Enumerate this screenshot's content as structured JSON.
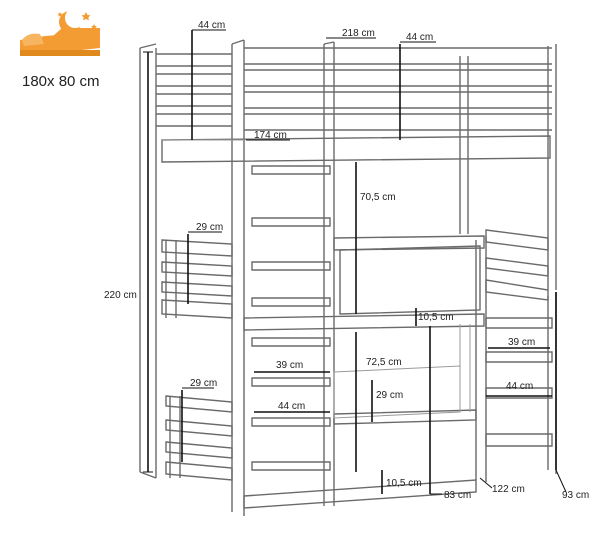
{
  "size_label": "180x 80 cm",
  "icon": "bed-night-icon",
  "colors": {
    "accent": "#f39c33",
    "line": "#6a6a6a",
    "dimension": "#111111"
  },
  "dimensions": {
    "top_rail_left": "44 cm",
    "total_length": "218 cm",
    "top_rail_right": "44 cm",
    "middle_length": "174 cm",
    "top_clearance": "70,5 cm",
    "middle_rail": "29 cm",
    "total_height": "220 cm",
    "gap_small_upper": "10,5 cm",
    "ladder_step_upper": "39 cm",
    "ladder_step_right": "39 cm",
    "middle_clearance": "72,5 cm",
    "bottom_rail_left": "29 cm",
    "bottom_rail_inner": "29 cm",
    "ladder_width_left": "44 cm",
    "ladder_width_right": "44 cm",
    "gap_small_lower": "10,5 cm",
    "bottom_depth": "83 cm",
    "bottom_length": "122 cm",
    "right_depth": "93 cm"
  }
}
